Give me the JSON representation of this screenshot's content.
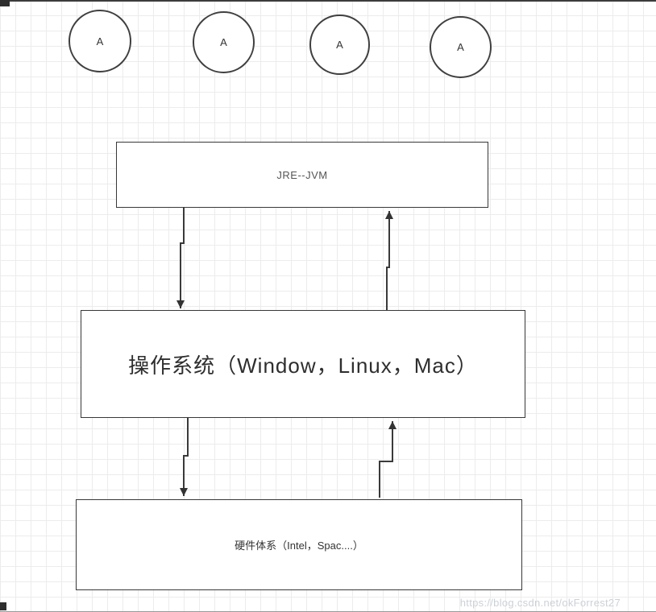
{
  "diagram": {
    "circles": [
      {
        "label": "A"
      },
      {
        "label": "A"
      },
      {
        "label": "A"
      },
      {
        "label": "A"
      }
    ],
    "boxes": {
      "jre": {
        "label": "JRE--JVM"
      },
      "os": {
        "label": "操作系统（Window，Linux，Mac）"
      },
      "hardware": {
        "label": "硬件体系（Intel，Spac....）"
      }
    },
    "watermark": "https://blog.csdn.net/okForrest27"
  }
}
